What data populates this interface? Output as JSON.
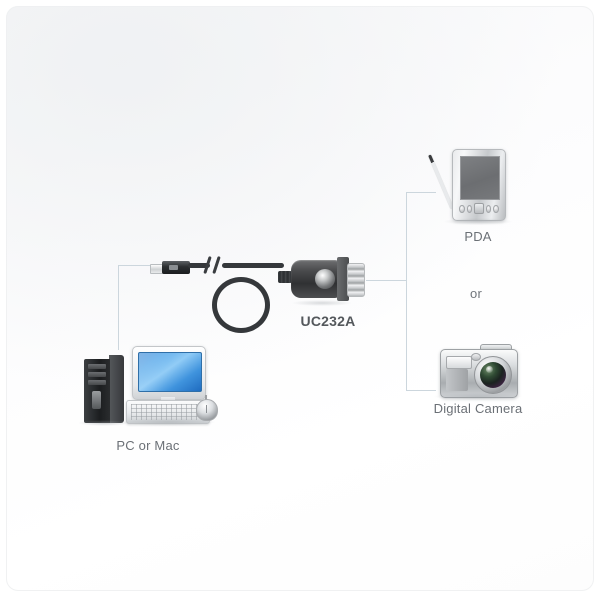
{
  "diagram": {
    "title": "UC232A USB to Serial connection diagram",
    "accent_line_color": "#ccd6dd",
    "label_color": "#6b7076",
    "nodes": {
      "pc": {
        "label": "PC or Mac",
        "icon": "desktop-computer-icon"
      },
      "adapter": {
        "label": "UC232A",
        "icon": "usb-to-serial-adapter-icon"
      },
      "pda": {
        "label": "PDA",
        "icon": "pda-device-icon"
      },
      "camera": {
        "label": "Digital Camera",
        "icon": "digital-camera-icon"
      },
      "connector": {
        "label": "",
        "icon": "usb-type-a-connector-icon"
      }
    },
    "separator": {
      "label": "or"
    }
  }
}
